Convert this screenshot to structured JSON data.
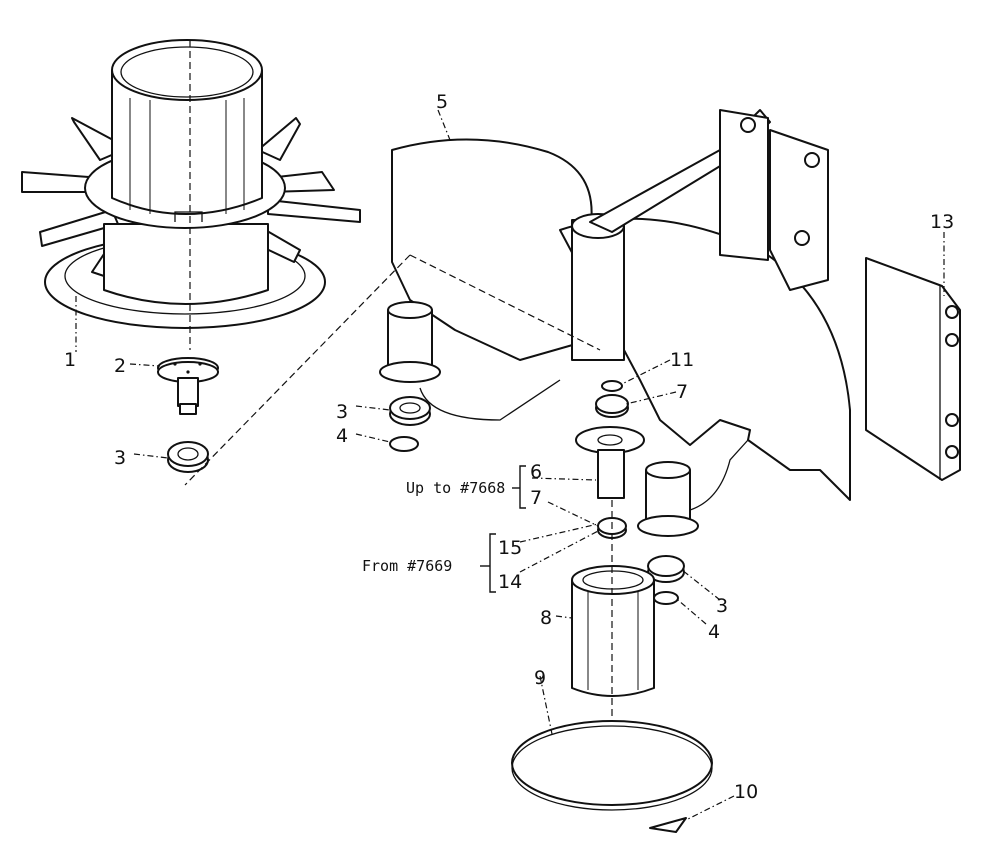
{
  "callouts": {
    "c1": "1",
    "c2": "2",
    "c3a": "3",
    "c3b": "3",
    "c3c": "3",
    "c4a": "4",
    "c4b": "4",
    "c5": "5",
    "c6": "6",
    "c7a": "7",
    "c7b": "7",
    "c8": "8",
    "c9": "9",
    "c10": "10",
    "c11": "11",
    "c13": "13",
    "c14": "14",
    "c15": "15"
  },
  "serial_ranges": {
    "up_to": "Up to #7668",
    "from": "From #7669"
  }
}
